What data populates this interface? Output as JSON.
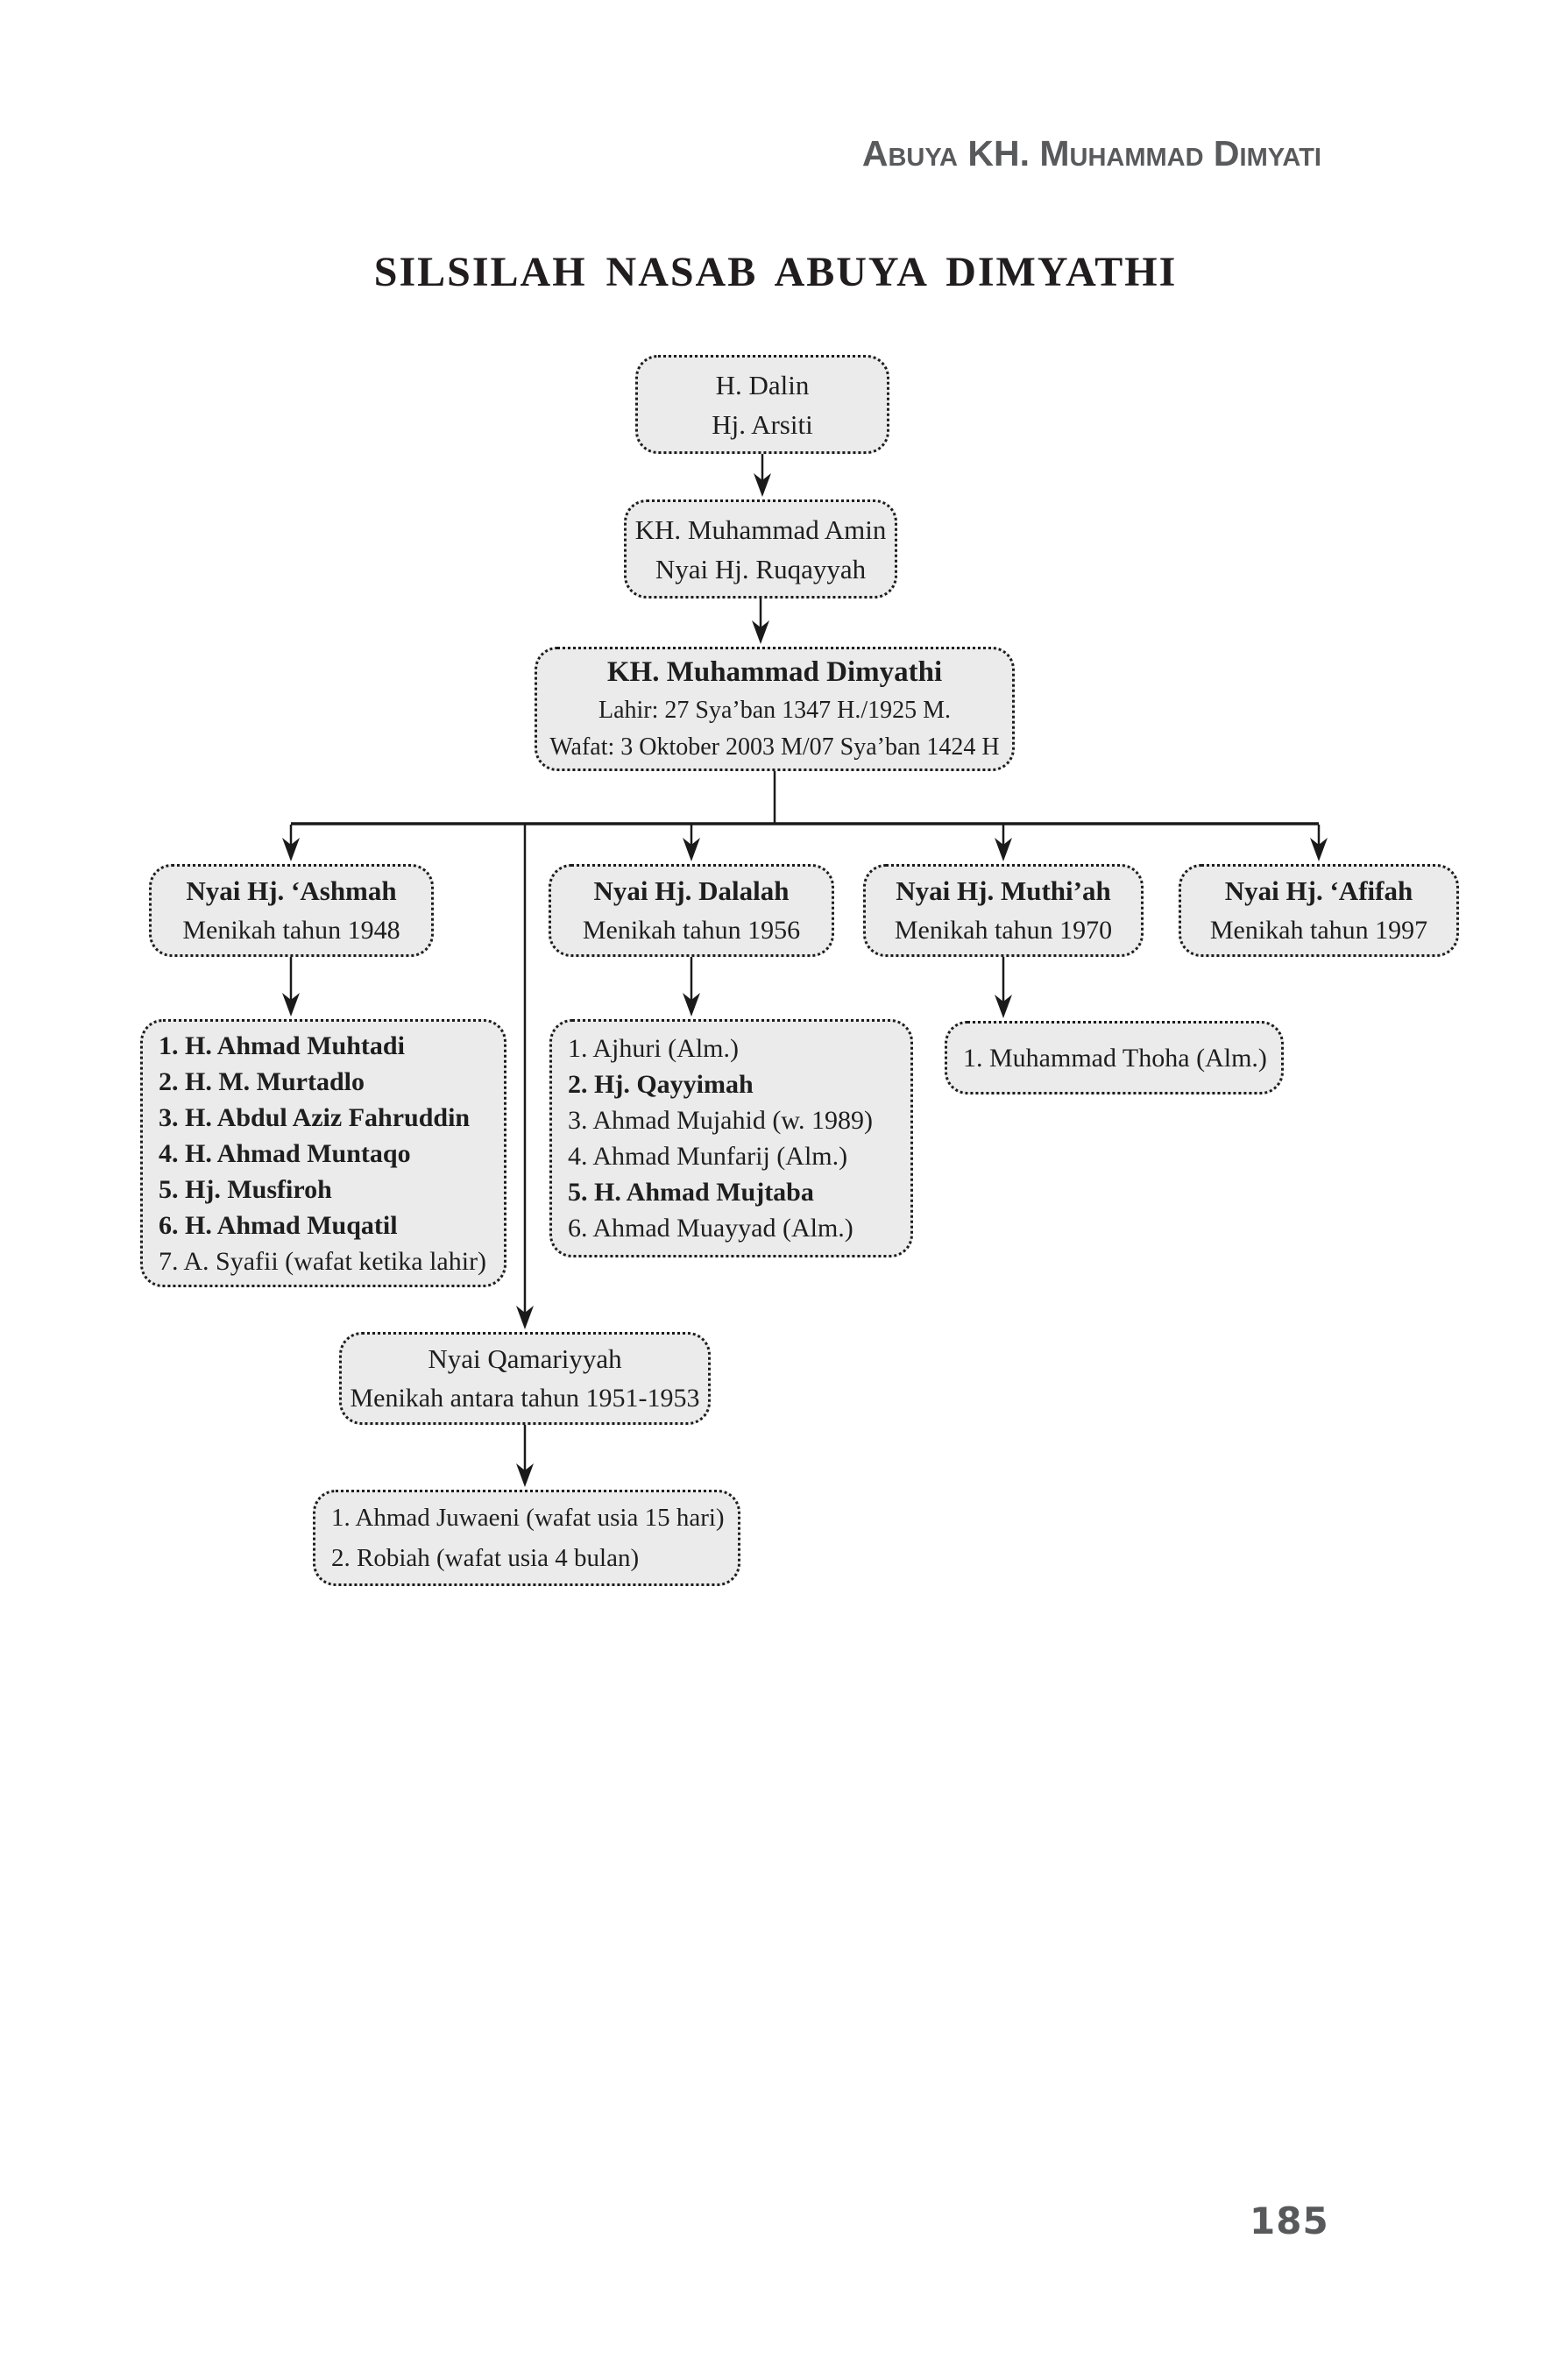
{
  "page": {
    "header": "Abuya KH. Muhammad Dimyati",
    "title": "SILSILAH NASAB ABUYA DIMYATHI",
    "page_number": "185"
  },
  "colors": {
    "box_fill": "#ebebeb",
    "box_border": "#1c1c1c",
    "connector": "#1a1a1a",
    "header_gray": "#595a5c",
    "page_number_gray": "#58595b"
  },
  "tree": {
    "grandparents": {
      "line1": "H. Dalin",
      "line2": "Hj. Arsiti"
    },
    "parents": {
      "line1": "KH. Muhammad Amin",
      "line2": "Nyai Hj. Ruqayyah"
    },
    "patriarch": {
      "name": "KH. Muhammad Dimyathi",
      "birth": "Lahir: 27 Sya’ban 1347 H./1925  M.",
      "death": "Wafat: 3 Oktober 2003 M/07 Sya’ban 1424 H"
    },
    "wives": [
      {
        "name": "Nyai Hj. ‘Ashmah",
        "married": "Menikah  tahun 1948"
      },
      {
        "name": "Nyai Hj. Dalalah",
        "married": "Menikah tahun 1956"
      },
      {
        "name": "Nyai Hj. Muthi’ah",
        "married": "Menikah tahun 1970"
      },
      {
        "name": "Nyai Hj. ‘Afifah",
        "married": "Menikah tahun 1997"
      }
    ],
    "qamariyyah": {
      "name": "Nyai Qamariyyah",
      "married": "Menikah antara tahun 1951-1953"
    },
    "children": {
      "ashmah": [
        {
          "text": "1. H. Ahmad Muhtadi",
          "bold": true
        },
        {
          "text": "2. H. M. Murtadlo",
          "bold": true
        },
        {
          "text": "3. H. Abdul Aziz Fahruddin",
          "bold": true
        },
        {
          "text": "4. H. Ahmad Muntaqo",
          "bold": true
        },
        {
          "text": "5. Hj. Musfiroh",
          "bold": true
        },
        {
          "text": "6. H. Ahmad Muqatil",
          "bold": true
        },
        {
          "text": "7. A. Syafii (wafat ketika lahir)",
          "bold": false
        }
      ],
      "dalalah": [
        {
          "text": "1. Ajhuri (Alm.)",
          "bold": false
        },
        {
          "text": "2. Hj. Qayyimah",
          "bold": true
        },
        {
          "text": "3. Ahmad Mujahid (w. 1989)",
          "bold": false
        },
        {
          "text": "4. Ahmad Munfarij (Alm.)",
          "bold": false
        },
        {
          "text": "5. H. Ahmad Mujtaba",
          "bold": true
        },
        {
          "text": "6. Ahmad Muayyad (Alm.)",
          "bold": false
        }
      ],
      "muthiah": [
        {
          "text": "1. Muhammad Thoha (Alm.)",
          "bold": false
        }
      ],
      "qamariyyah": [
        {
          "text": "1. Ahmad Juwaeni (wafat usia 15 hari)",
          "bold": false
        },
        {
          "text": "2. Robiah (wafat usia 4 bulan)",
          "bold": false
        }
      ]
    }
  }
}
